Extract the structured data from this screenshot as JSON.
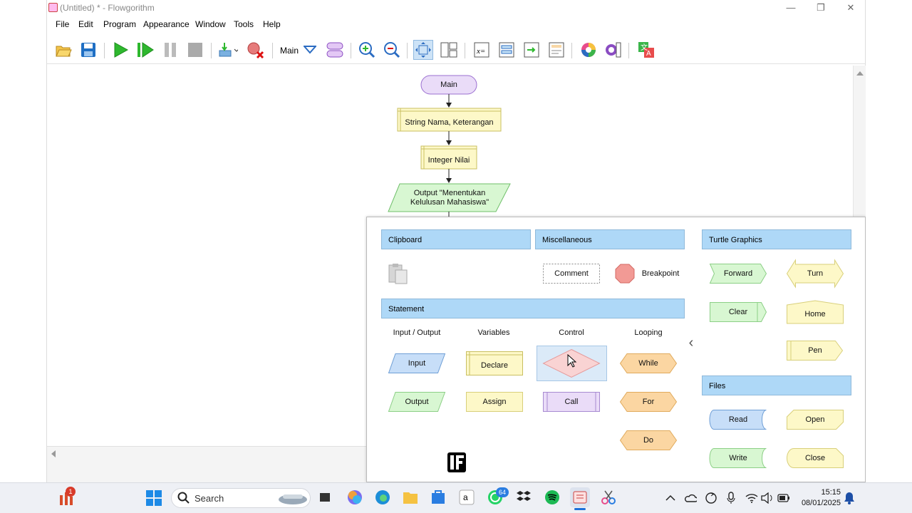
{
  "window": {
    "title": "(Untitled) * - Flowgorithm",
    "controls": {
      "minimize": "—",
      "maximize": "❐",
      "close": "✕"
    }
  },
  "menu": [
    "File",
    "Edit",
    "Program",
    "Appearance",
    "Window",
    "Tools",
    "Help"
  ],
  "toolbar": {
    "function_selector_value": "Main",
    "buttons": [
      "open-icon",
      "save-icon",
      "run-icon",
      "step-icon",
      "pause-icon",
      "stop-icon",
      "step-into-icon",
      "clear-breakpoints-icon",
      "function-dropdown-icon",
      "manage-functions-icon",
      "zoom-in-icon",
      "zoom-out-icon",
      "pan-icon",
      "layout-icon",
      "variables-icon",
      "console-icon",
      "output-icon",
      "code-icon",
      "colors-icon",
      "chart-icon",
      "translate-icon"
    ]
  },
  "flowchart": {
    "start": "Main",
    "declare1": "String Nama, Keterangan",
    "declare2": "Integer Nilai",
    "output1_line1": "Output \"Menentukan",
    "output1_line2": "Kelulusan Mahasiswa\""
  },
  "palette": {
    "clipboard": {
      "header": "Clipboard"
    },
    "misc": {
      "header": "Miscellaneous",
      "comment": "Comment",
      "breakpoint": "Breakpoint"
    },
    "turtle": {
      "header": "Turtle Graphics",
      "forward": "Forward",
      "turn": "Turn",
      "clear": "Clear",
      "home": "Home",
      "pen": "Pen"
    },
    "statement": {
      "header": "Statement",
      "col_io": "Input / Output",
      "col_vars": "Variables",
      "col_control": "Control",
      "col_looping": "Looping",
      "input": "Input",
      "output": "Output",
      "declare": "Declare",
      "assign": "Assign",
      "call": "Call",
      "while": "While",
      "for": "For",
      "do": "Do"
    },
    "files": {
      "header": "Files",
      "read": "Read",
      "open": "Open",
      "write": "Write",
      "close": "Close"
    },
    "collapse_glyph": "‹"
  },
  "taskbar": {
    "search_placeholder": "Search",
    "whatsapp_badge": "64",
    "notif_badge": "1",
    "time": "15:15",
    "date": "08/01/2025"
  }
}
